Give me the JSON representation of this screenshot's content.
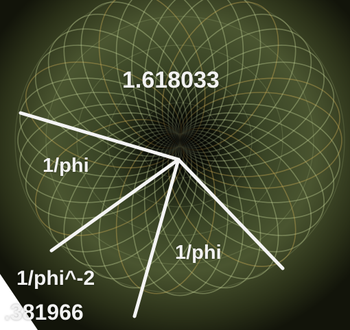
{
  "labels": {
    "top_value": "1.618033",
    "left_ratio": "1/phi",
    "right_ratio": "1/phi",
    "power_ratio": "1/phi^-2",
    "bottom_value": ".381966"
  },
  "colors": {
    "background": "#ffffff",
    "vortex_dark": "#0b0d06",
    "vortex_mid": "#3a4526",
    "rings": "#c8d89a",
    "rings_warm": "#d6b35a",
    "lines": "#f4f4f4",
    "text": "#f2f2f2"
  },
  "icons": {
    "background": "toroidal-vortex-rings"
  }
}
